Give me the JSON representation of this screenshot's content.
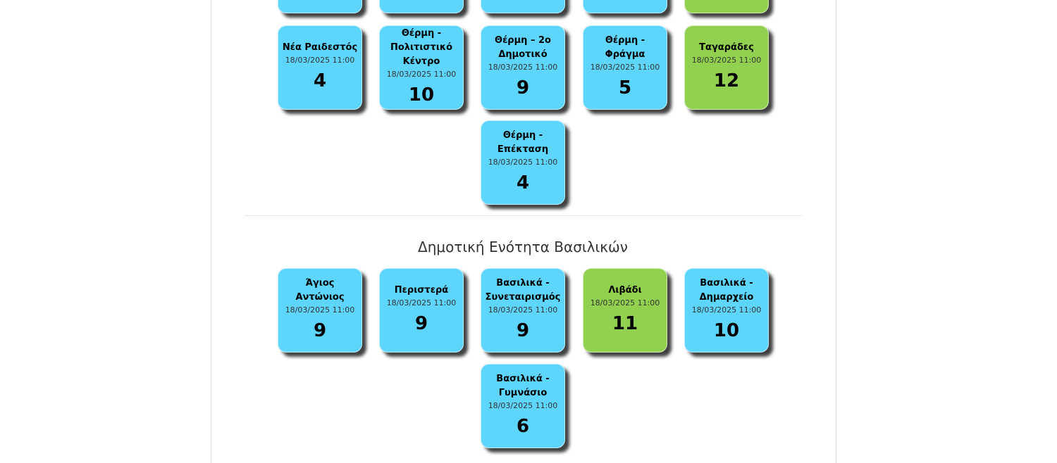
{
  "colors": {
    "blue": "#5dd5fd",
    "green": "#92d050"
  },
  "partial_row": [
    {
      "color": "blue"
    },
    {
      "color": "blue"
    },
    {
      "color": "blue"
    },
    {
      "color": "blue"
    },
    {
      "color": "green"
    }
  ],
  "sections": [
    {
      "heading": "",
      "tiles": [
        {
          "name": "Νέα Ραιδεστός",
          "time": "18/03/2025 11:00",
          "value": "4",
          "color": "blue"
        },
        {
          "name": "Θέρμη - Πολιτιστικό Κέντρο",
          "time": "18/03/2025 11:00",
          "value": "10",
          "color": "blue"
        },
        {
          "name": "Θέρμη – 2ο Δημοτικό",
          "time": "18/03/2025 11:00",
          "value": "9",
          "color": "blue"
        },
        {
          "name": "Θέρμη - Φράγμα",
          "time": "18/03/2025 11:00",
          "value": "5",
          "color": "blue"
        },
        {
          "name": "Ταγαράδες",
          "time": "18/03/2025 11:00",
          "value": "12",
          "color": "green"
        },
        {
          "name": "Θέρμη - Επέκταση",
          "time": "18/03/2025 11:00",
          "value": "4",
          "color": "blue"
        }
      ]
    },
    {
      "heading": "Δημοτική Ενότητα Βασιλικών",
      "tiles": [
        {
          "name": "Άγιος Αντώνιος",
          "time": "18/03/2025 11:00",
          "value": "9",
          "color": "blue"
        },
        {
          "name": "Περιστερά",
          "time": "18/03/2025 11:00",
          "value": "9",
          "color": "blue"
        },
        {
          "name": "Βασιλικά - Συνεταιρισμός",
          "time": "18/03/2025 11:00",
          "value": "9",
          "color": "blue"
        },
        {
          "name": "Λιβάδι",
          "time": "18/03/2025 11:00",
          "value": "11",
          "color": "green"
        },
        {
          "name": "Βασιλικά - Δημαρχείο",
          "time": "18/03/2025 11:00",
          "value": "10",
          "color": "blue"
        },
        {
          "name": "Βασιλικά - Γυμνάσιο",
          "time": "18/03/2025 11:00",
          "value": "6",
          "color": "blue"
        }
      ]
    }
  ]
}
